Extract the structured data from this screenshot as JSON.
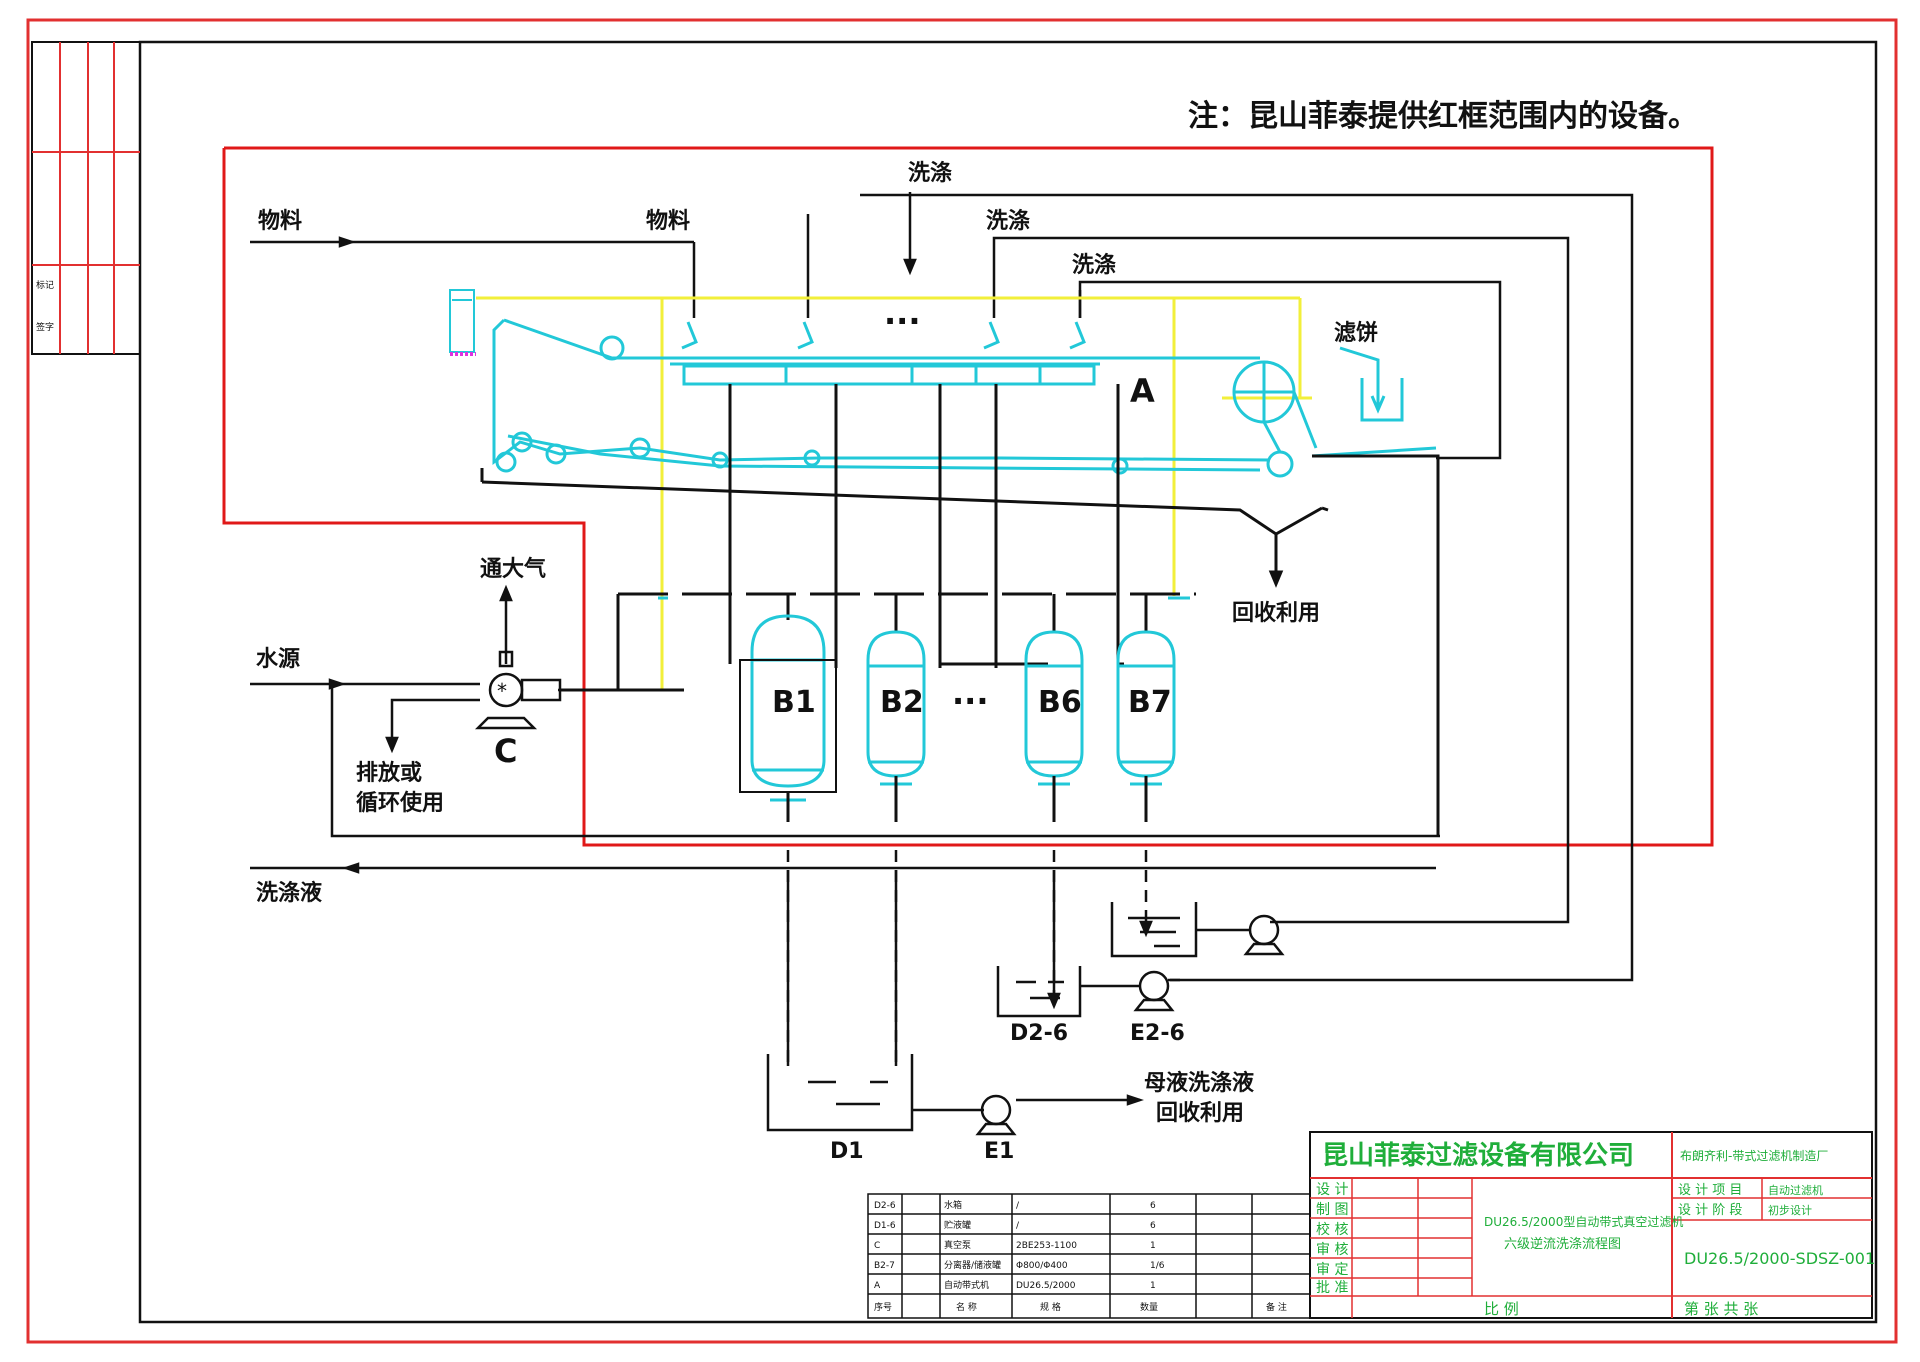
{
  "note": "注：昆山菲泰提供红框范围内的设备。",
  "labels": {
    "material_left": "物料",
    "material_top": "物料",
    "wash_1": "洗涤",
    "wash_2": "洗涤",
    "wash_3": "洗涤",
    "filter_cake": "滤饼",
    "unit_a": "A",
    "dots_top": "···",
    "dots_tanks": "···",
    "atmosphere": "通大气",
    "water_source": "水源",
    "discharge_1": "排放或",
    "discharge_2": "循环使用",
    "vacuum_pump": "C",
    "recycle": "回收利用",
    "wash_liquid": "洗涤液",
    "mother_liquor_1": "母液洗涤液",
    "mother_liquor_2": "回收利用"
  },
  "vessels": {
    "b1": "B1",
    "b2": "B2",
    "b6": "B6",
    "b7": "B7"
  },
  "tanks": {
    "d1": "D1",
    "d26": "D2-6",
    "e1": "E1",
    "e26": "E2-6"
  },
  "title_block": {
    "company": "昆山菲泰过滤设备有限公司",
    "drawing_title_1": "DU26.5/2000型自动带式真空过滤机",
    "drawing_title_2": "六级逆流洗涤流程图",
    "drawing_no": "DU26.5/2000-SDSZ-001",
    "header_right": "布朗齐利-带式过滤机制造厂",
    "roles": [
      "设 计",
      "制 图",
      "校 核",
      "审 核",
      "审 定",
      "批 准"
    ],
    "design_stage_label": "设 计 项 目",
    "design_stage_value": "自动过滤机",
    "design_phase_label": "设 计 阶 段",
    "design_phase_value": "初步设计",
    "scale_label": "比 例",
    "sheet_label": "第   张 共   张"
  },
  "left_strip": {
    "cell_1": "标记",
    "cell_2": "签字"
  },
  "parts_table": {
    "rows": [
      [
        "D2-6",
        "水箱",
        "/",
        "6",
        ""
      ],
      [
        "D1-6",
        "贮液罐",
        "/",
        "6",
        ""
      ],
      [
        "C",
        "真空泵",
        "2BE253-1100",
        "1",
        ""
      ],
      [
        "B2-7",
        "分离器/储液罐",
        "Φ800/Φ400",
        "1/6",
        ""
      ],
      [
        "A",
        "自动带式机",
        "DU26.5/2000",
        "1",
        ""
      ]
    ],
    "header": [
      "序号",
      "名  称",
      "规  格",
      "数量",
      "备 注"
    ]
  },
  "colors": {
    "border_red": "#e23030",
    "scope_red": "#e01818",
    "cyan": "#22c8d8",
    "yellow": "#f2ef3a",
    "green": "#1fae3a",
    "black": "#111111"
  }
}
